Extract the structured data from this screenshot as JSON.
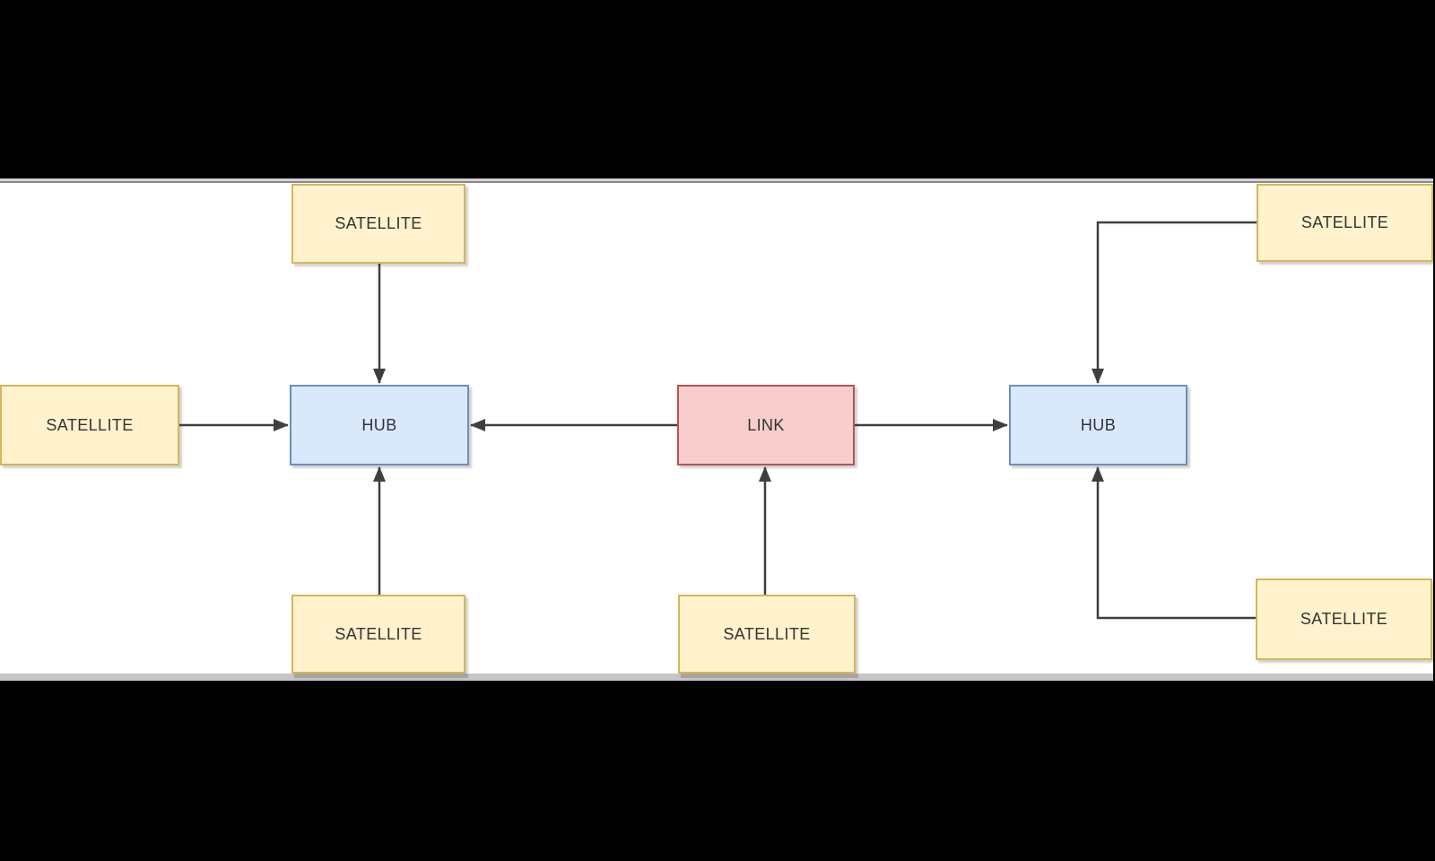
{
  "diagram": {
    "kind": "data-vault-model",
    "nodes": {
      "sat_top_left": {
        "label": "SATELLITE",
        "type": "satellite"
      },
      "sat_left": {
        "label": "SATELLITE",
        "type": "satellite"
      },
      "sat_bottom_left": {
        "label": "SATELLITE",
        "type": "satellite"
      },
      "hub_left": {
        "label": "HUB",
        "type": "hub"
      },
      "link": {
        "label": "LINK",
        "type": "link"
      },
      "sat_bottom_middle": {
        "label": "SATELLITE",
        "type": "satellite"
      },
      "hub_right": {
        "label": "HUB",
        "type": "hub"
      },
      "sat_top_right": {
        "label": "SATELLITE",
        "type": "satellite"
      },
      "sat_bottom_right": {
        "label": "SATELLITE",
        "type": "satellite"
      }
    },
    "edges": [
      {
        "from": "sat_top_left",
        "to": "hub_left",
        "route": "straight-down"
      },
      {
        "from": "sat_left",
        "to": "hub_left",
        "route": "straight-right"
      },
      {
        "from": "sat_bottom_left",
        "to": "hub_left",
        "route": "straight-up"
      },
      {
        "from": "link",
        "to": "hub_left",
        "route": "straight-left"
      },
      {
        "from": "link",
        "to": "hub_right",
        "route": "straight-right"
      },
      {
        "from": "sat_bottom_middle",
        "to": "link",
        "route": "straight-up"
      },
      {
        "from": "sat_top_right",
        "to": "hub_right",
        "route": "elbow-left-then-down"
      },
      {
        "from": "sat_bottom_right",
        "to": "hub_right",
        "route": "elbow-left-then-up"
      }
    ]
  },
  "palette": {
    "satellite_fill": "#FFF2CC",
    "satellite_border": "#D6B656",
    "hub_fill": "#DAE8FC",
    "hub_border": "#6C8EBF",
    "link_fill": "#F8CECC",
    "link_border": "#B85450",
    "connector_color": "#3F3F3F",
    "label_color": "#333333",
    "canvas_background": "#FFFFFF",
    "frame_background": "#000000"
  }
}
